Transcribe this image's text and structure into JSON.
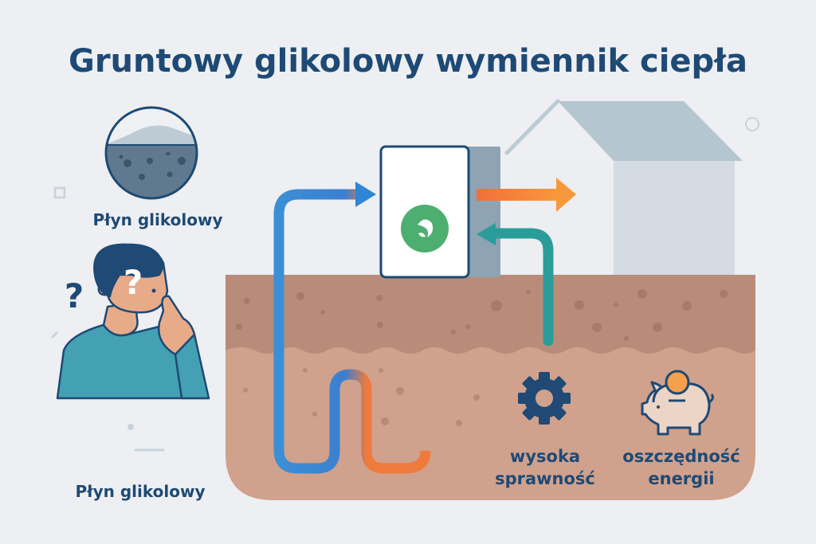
{
  "title": "Gruntowy glikolowy wymiennik ciepła",
  "left": {
    "fluid_label_top": "Płyn glikolowy",
    "fluid_label_bottom": "Płyn glikolowy",
    "question_mark": "?"
  },
  "benefits": [
    {
      "icon": "gear-icon",
      "line1": "wysoka",
      "line2": "sprawność"
    },
    {
      "icon": "piggy-bank-icon",
      "line1": "oszczędność",
      "line2": "energii"
    }
  ],
  "colors": {
    "primary": "#1e4a75",
    "pipe_cold": "#3b8fd6",
    "pipe_hot": "#f07a3c",
    "return_arrow": "#2a9d9a",
    "heat_arrow": "#f5873a",
    "soil_top": "#b98c7a",
    "soil_bottom": "#d0a18c",
    "badge": "#4caf70"
  }
}
